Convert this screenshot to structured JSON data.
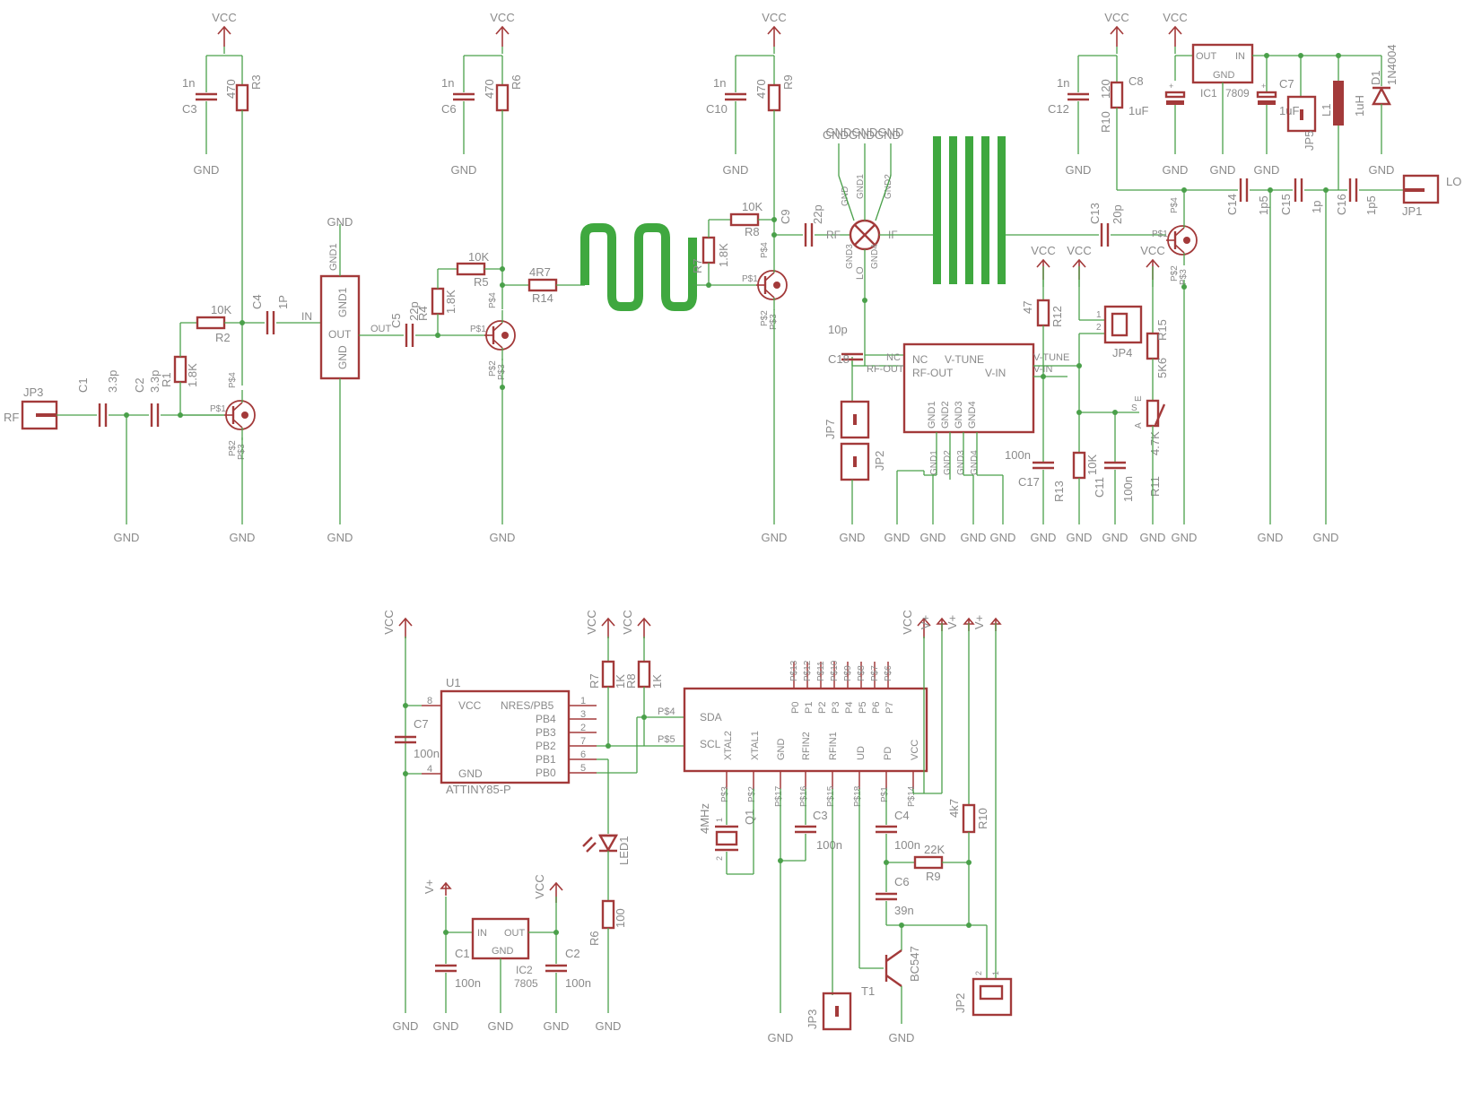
{
  "rf_section": {
    "jp3": "JP3",
    "rf": "RF",
    "c1": "C1",
    "c1v": "3.3p",
    "c2": "C2",
    "c2v": "3.3p",
    "r1": "R1",
    "r1v": "1.8K",
    "r2": "R2",
    "r2v": "10K",
    "r3": "R3",
    "r3v": "470",
    "c3": "C3",
    "c3v": "1n",
    "c4": "C4",
    "c4v": "1P",
    "t1_ps1": "P$1",
    "t1_ps4": "P$4",
    "t1_ps2": "P$2",
    "t1_ps3": "P$3",
    "ic_in": "IN",
    "ic_out": "OUT",
    "ic_gnd": "GND",
    "ic_gnd1": "GND1",
    "ic_gnd1b": "GND1",
    "c5": "C5",
    "c5v": "22p",
    "out_label": "OUT",
    "r4": "R4",
    "r4v": "1.8K",
    "r5": "R5",
    "r5v": "10K",
    "r6": "R6",
    "r6v": "470",
    "c6": "C6",
    "c6v": "1n",
    "r14": "R14",
    "r14v": "4R7",
    "t2_ps1": "P$1",
    "t2_ps4": "P$4",
    "t2_ps2": "P$2",
    "t2_ps3": "P$3",
    "r7": "R7",
    "r7v": "1.8K",
    "r8": "R8",
    "r8v": "10K",
    "r9": "R9",
    "r9v": "470",
    "c10": "C10",
    "c10v": "1n",
    "c9": "C9",
    "c9v": "22p",
    "t3_ps1": "P$1",
    "t3_ps4": "P$4",
    "t3_ps2": "P$2",
    "t3_ps3": "P$3",
    "c18": "C18",
    "c18v": "10p",
    "jp7": "JP7",
    "jp2": "JP2",
    "mix_gnd": "GND",
    "mix_gnd1": "GND1",
    "mix_gnd2": "GND2",
    "mix_rf": "RF",
    "mix_if": "IF",
    "mix_lo": "LO",
    "mix_gnd3": "GND3",
    "mix_gnd4": "GND4",
    "vco_nc": "NC",
    "vco_vtune": "V-TUNE",
    "vco_rfout": "RF-OUT",
    "vco_vin": "V-IN",
    "vco_gnd1": "GND1",
    "vco_gnd2": "GND2",
    "vco_gnd3": "GND3",
    "vco_gnd4": "GND4",
    "net_nc": "NC",
    "net_rfout": "RF-OUT",
    "net_vtune": "V-TUNE",
    "net_vin": "V-IN",
    "vco_pin_gnd1": "GND1",
    "vco_pin_gnd2": "GND2",
    "vco_pin_gnd3": "GND3",
    "vco_pin_gnd4": "GND4",
    "c17": "C17",
    "c17v": "100n",
    "r12": "R12",
    "r12v": "47",
    "r13": "R13",
    "r13v": "10K",
    "c11": "C11",
    "c11v": "100n",
    "jp4": "JP4",
    "jp4_1": "1",
    "jp4_2": "2",
    "r15": "R15",
    "r15v": "5K6",
    "r11": "R11",
    "r11v": "4.7K",
    "r11_a": "A",
    "r11_e": "E",
    "r11_s": "S",
    "c13": "C13",
    "c13v": "20p",
    "t4_ps1": "P$1",
    "t4_ps4": "P$4",
    "t4_ps2": "P$2",
    "t4_ps3": "P$3",
    "c12": "C12",
    "c12v": "1n",
    "r10": "R10",
    "r10v": "120",
    "c8": "C8",
    "c8v": "1uF",
    "ic1": "IC1",
    "ic1_out": "OUT",
    "ic1_in": "IN",
    "ic1_gnd": "GND",
    "ic1_part": "7809",
    "c7": "C7",
    "c7v": "1uF",
    "jp5": "JP5",
    "l1": "L1",
    "l1v": "1uH",
    "d1": "D1",
    "d1v": "1N4004",
    "c14": "C14",
    "c14v": "1p5",
    "c15": "C15",
    "c15v": "1p",
    "c16": "C16",
    "c16v": "1p5",
    "jp1": "JP1",
    "lo": "LO"
  },
  "control_section": {
    "u1": "U1",
    "u1_part": "ATTINY85-P",
    "u1_vcc": "VCC",
    "u1_gnd": "GND",
    "u1_nres": "NRES/PB5",
    "u1_pb4": "PB4",
    "u1_pb3": "PB3",
    "u1_pb2": "PB2",
    "u1_pb1": "PB1",
    "u1_pb0": "PB0",
    "pin8": "8",
    "pin4": "4",
    "pin1": "1",
    "pin3": "3",
    "pin2": "2",
    "pin7": "7",
    "pin6": "6",
    "pin5": "5",
    "c7": "C7",
    "c7v": "100n",
    "r7": "R7",
    "r7v": "1K",
    "r8": "R8",
    "r8v": "1K",
    "led1": "LED1",
    "r6": "R6",
    "r6v": "100",
    "pll_sda": "SDA",
    "pll_scl": "SCL",
    "pll_p0": "P0",
    "pll_p1": "P1",
    "pll_p2": "P2",
    "pll_p3": "P3",
    "pll_p4": "P4",
    "pll_p5": "P5",
    "pll_p6": "P6",
    "pll_p7": "P7",
    "pll_xtal2": "XTAL2",
    "pll_xtal1": "XTAL1",
    "pll_gnd": "GND",
    "pll_rfin2": "RFIN2",
    "pll_rfin1": "RFIN1",
    "pll_ud": "UD",
    "pll_pd": "PD",
    "pll_vcc": "VCC",
    "ps13": "P$13",
    "ps12": "P$12",
    "ps11": "P$11",
    "ps10": "P$10",
    "ps9": "P$9",
    "ps8": "P$8",
    "ps7": "P$7",
    "ps6": "P$6",
    "ps3": "P$3",
    "ps2": "P$2",
    "ps17": "P$17",
    "ps16": "P$16",
    "ps15": "P$15",
    "ps18": "P$18",
    "ps1": "P$1",
    "ps14": "P$14",
    "ps4": "P$4",
    "ps5": "P$5",
    "q1": "Q1",
    "q1v": "4MHz",
    "q1_1": "1",
    "q1_2": "2",
    "c3": "C3",
    "c3v": "100n",
    "c4": "C4",
    "c4v": "100n",
    "r9": "R9",
    "r9v": "22K",
    "c6": "C6",
    "c6v": "39n",
    "r10": "R10",
    "r10v": "4k7",
    "t1": "T1",
    "t1v": "BC547",
    "jp3": "JP3",
    "jp2": "JP2",
    "jp2_2": "2",
    "jp2_1": "1",
    "ic2": "IC2",
    "ic2_part": "7805",
    "ic2_in": "IN",
    "ic2_out": "OUT",
    "ic2_gnd": "GND",
    "c1": "C1",
    "c1v": "100n",
    "c2": "C2",
    "c2v": "100n"
  },
  "power": {
    "vcc": "VCC",
    "gnd": "GND",
    "vplus": "V+"
  },
  "colors": {
    "wire": "#4aa04a",
    "part": "#a33a3a",
    "label": "#8a8a8a",
    "stripline": "#3fa83f"
  }
}
